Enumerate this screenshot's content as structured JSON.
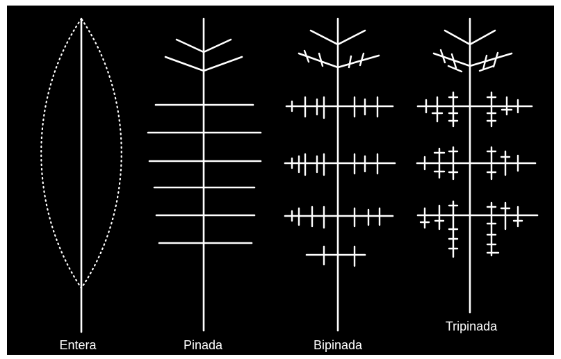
{
  "colors": {
    "background": "#000000",
    "line": "#ffffff",
    "frame": "#ffffff"
  },
  "labels": {
    "entera": "Entera",
    "pinada": "Pinada",
    "bipinada": "Bipinada",
    "tripinada": "Tripinada"
  }
}
